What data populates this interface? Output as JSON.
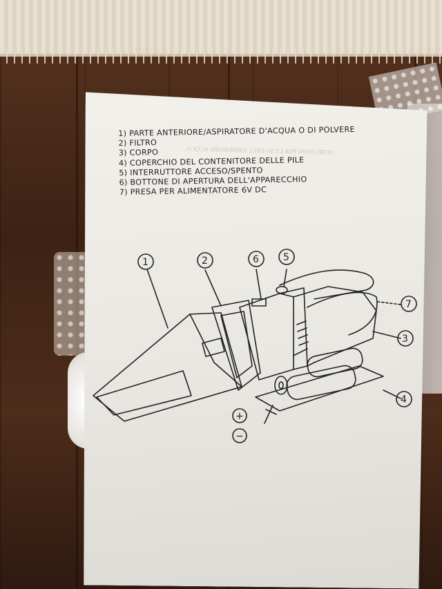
{
  "scene": {
    "description_labels": "photo of a paper manual sheet on a wooden floor"
  },
  "manual": {
    "parts_list": [
      "1) PARTE ANTERIORE/ASPIRATORE D'ACQUA O DI POLVERE",
      "2) FILTRO",
      "3) CORPO",
      "4) COPERCHIO DEL CONTENITORE DELLE PILE",
      "5) INTERRUTTORE ACCESO/SPENTO",
      "6) BOTTONE DI APERTURA DELL'APPARECCHIO",
      "7) PRESA PER ALIMENTATORE 6V DC"
    ],
    "bleed_through_heading": "ISTRUZIONI PER L'USO DELL'ASPIRATORE ACQUA",
    "callouts": [
      "1",
      "2",
      "6",
      "5",
      "7",
      "3",
      "4"
    ],
    "battery_symbols": {
      "plus": "+",
      "minus": "−"
    }
  }
}
